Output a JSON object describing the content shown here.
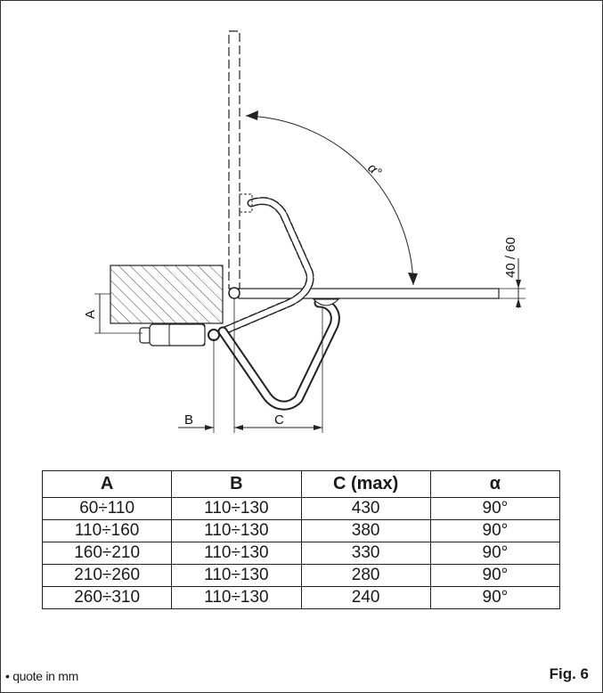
{
  "diagram": {
    "labels": {
      "angle": "α°",
      "leaf_gap": "40 / 60",
      "dim_a": "A",
      "dim_b": "B",
      "dim_c": "C"
    }
  },
  "table": {
    "headers": [
      "A",
      "B",
      "C (max)",
      "α"
    ],
    "rows": [
      [
        "60÷110",
        "110÷130",
        "430",
        "90°"
      ],
      [
        "110÷160",
        "110÷130",
        "380",
        "90°"
      ],
      [
        "160÷210",
        "110÷130",
        "330",
        "90°"
      ],
      [
        "210÷260",
        "110÷130",
        "280",
        "90°"
      ],
      [
        "260÷310",
        "110÷130",
        "240",
        "90°"
      ]
    ]
  },
  "footer": {
    "note": "• quote in mm",
    "figure": "Fig. 6"
  }
}
